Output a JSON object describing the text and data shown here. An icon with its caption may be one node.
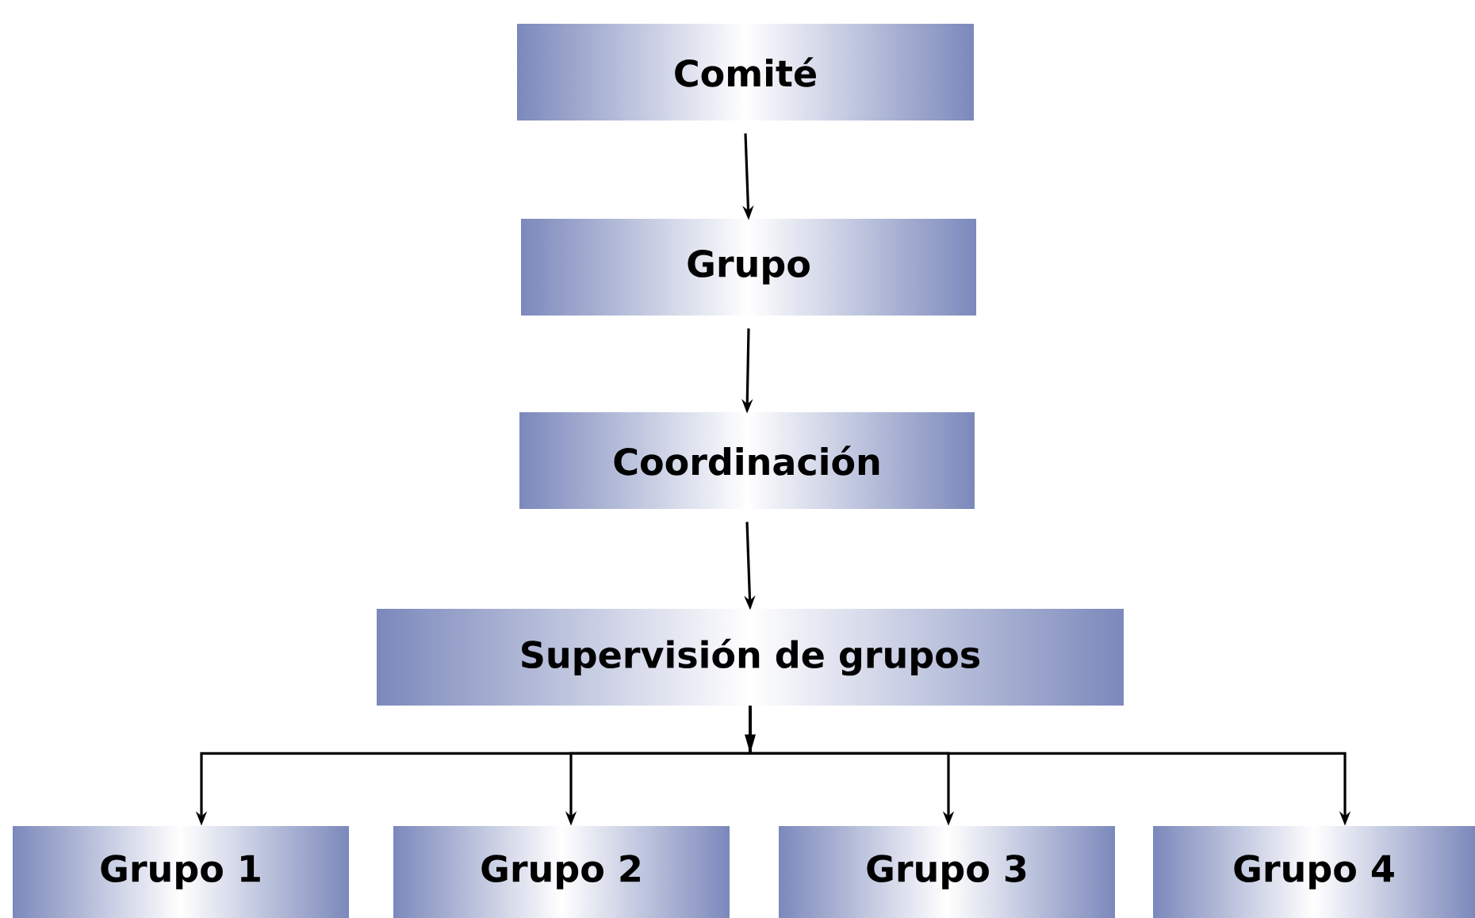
{
  "diagram": {
    "nodes": [
      {
        "text": [
          "Comité"
        ]
      },
      {
        "text": [
          "Grupo"
        ]
      },
      {
        "text": [
          "Coordinación"
        ]
      },
      {
        "text": [
          "Supervisión de grupos"
        ]
      },
      {
        "text": [
          "Grupo 1"
        ]
      },
      {
        "text": [
          "Grupo 2"
        ]
      },
      {
        "text": [
          "Grupo 3"
        ]
      },
      {
        "text": [
          "Grupo 4"
        ]
      }
    ],
    "edges": [
      {
        "from": 0,
        "to": 1,
        "arrow": "to"
      },
      {
        "from": 1,
        "to": 2,
        "arrow": "to"
      },
      {
        "from": 2,
        "to": 3,
        "arrow": "to"
      },
      {
        "from": 3,
        "to": 4,
        "arrow": "to"
      },
      {
        "from": 3,
        "to": 5,
        "arrow": "to"
      },
      {
        "from": 3,
        "to": 6,
        "arrow": "to"
      },
      {
        "from": 3,
        "to": 7,
        "arrow": "to"
      }
    ]
  }
}
